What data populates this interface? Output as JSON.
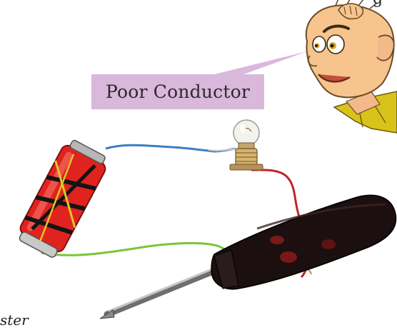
{
  "speech_bubble": {
    "text": "Poor Conductor"
  },
  "edge_text": {
    "top_right": "g",
    "bottom_left": "ster"
  },
  "colors": {
    "bubble_fill": "#d9b8dc",
    "battery_red": "#e0231e",
    "battery_tape": "#141414",
    "blue_wire": "#3a7fc4",
    "green_wire": "#7cc43a",
    "red_wire": "#c0252a",
    "screwdriver_handle": "#1b0f0f",
    "cartoon_skin": "#f6c48c",
    "cartoon_collar": "#d9c21a"
  },
  "objects": [
    "battery-icon",
    "bulb-icon",
    "screwdriver-icon",
    "cartoon-face-icon"
  ]
}
